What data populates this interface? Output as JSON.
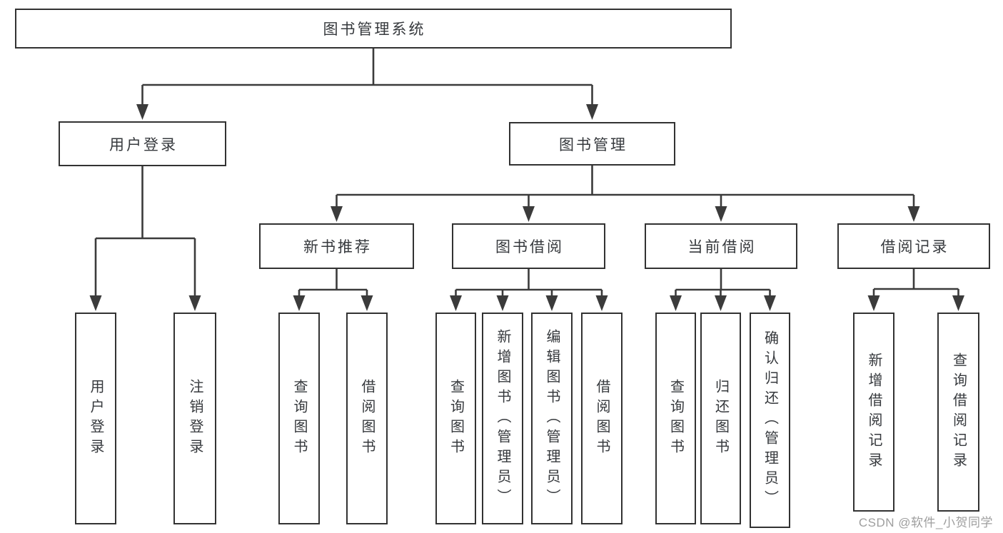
{
  "diagram": {
    "type": "hierarchy-tree",
    "line_color": "#3b3b3b",
    "box_border_color": "#323232",
    "text_color": "#36393d",
    "background": "#ffffff",
    "watermark_color": "#9e9e9e"
  },
  "nodes": {
    "root": {
      "label": "图书管理系统"
    },
    "user_login": {
      "label": "用户登录"
    },
    "book_management": {
      "label": "图书管理"
    },
    "new_book_recommend": {
      "label": "新书推荐"
    },
    "book_borrowing": {
      "label": "图书借阅"
    },
    "current_borrowing": {
      "label": "当前借阅"
    },
    "borrowing_records": {
      "label": "借阅记录"
    },
    "login": {
      "label": "用户登录"
    },
    "logout": {
      "label": "注销登录"
    },
    "recommend_query_books": {
      "label": "查询图书"
    },
    "recommend_borrow_books": {
      "label": "借阅图书"
    },
    "borrowing_query_books": {
      "label": "查询图书"
    },
    "borrowing_add_books": {
      "label": "新增图书（管理员）"
    },
    "borrowing_edit_books": {
      "label": "编辑图书（管理员）"
    },
    "borrowing_borrow_books": {
      "label": "借阅图书"
    },
    "current_query_books": {
      "label": "查询图书"
    },
    "current_return_books": {
      "label": "归还图书"
    },
    "current_confirm_return": {
      "label": "确认归还（管理员）"
    },
    "records_add_record": {
      "label": "新增借阅记录"
    },
    "records_query_record": {
      "label": "查询借阅记录"
    }
  },
  "edges": [
    [
      "图书管理系统",
      "用户登录"
    ],
    [
      "图书管理系统",
      "图书管理"
    ],
    [
      "用户登录",
      "用户登录"
    ],
    [
      "用户登录",
      "注销登录"
    ],
    [
      "图书管理",
      "新书推荐"
    ],
    [
      "图书管理",
      "图书借阅"
    ],
    [
      "图书管理",
      "当前借阅"
    ],
    [
      "图书管理",
      "借阅记录"
    ],
    [
      "新书推荐",
      "查询图书"
    ],
    [
      "新书推荐",
      "借阅图书"
    ],
    [
      "图书借阅",
      "查询图书"
    ],
    [
      "图书借阅",
      "新增图书（管理员）"
    ],
    [
      "图书借阅",
      "编辑图书（管理员）"
    ],
    [
      "图书借阅",
      "借阅图书"
    ],
    [
      "当前借阅",
      "查询图书"
    ],
    [
      "当前借阅",
      "归还图书"
    ],
    [
      "当前借阅",
      "确认归还（管理员）"
    ],
    [
      "借阅记录",
      "新增借阅记录"
    ],
    [
      "借阅记录",
      "查询借阅记录"
    ]
  ],
  "watermark": {
    "text": "CSDN @软件_小贺同学"
  }
}
